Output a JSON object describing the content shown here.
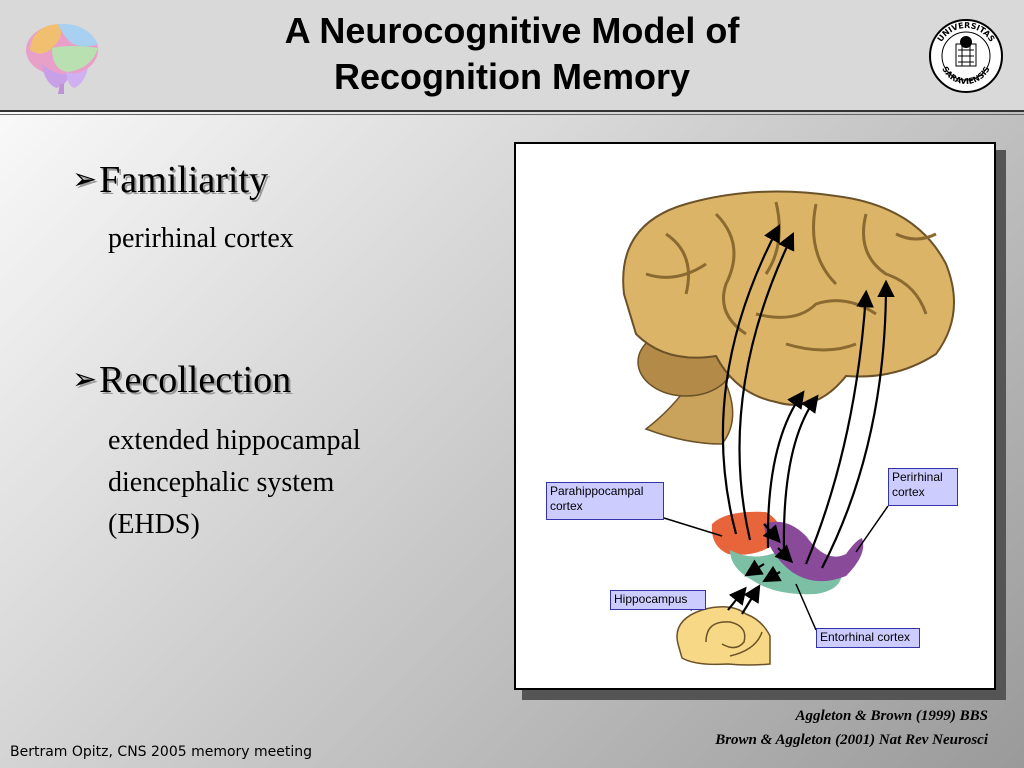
{
  "slide": {
    "title_line1": "A Neurocognitive Model of",
    "title_line2": "Recognition Memory"
  },
  "bullets": [
    {
      "label": "Familiarity",
      "detail": [
        "perirhinal cortex"
      ]
    },
    {
      "label": "Recollection",
      "detail": [
        "extended hippocampal",
        "diencephalic system",
        "(EHDS)"
      ]
    }
  ],
  "figure": {
    "labels": {
      "parahippocampal": [
        "Parahippocampal",
        "cortex"
      ],
      "perirhinal": [
        "Perirhinal",
        "cortex"
      ],
      "hippocampus": "Hippocampus",
      "entorhinal": "Entorhinal cortex"
    }
  },
  "seal": {
    "text_top": "UNIVERSITAS",
    "text_bottom": "SARAVIENSIS"
  },
  "references": [
    "Aggleton & Brown (1999) BBS",
    "Brown & Aggleton (2001) Nat Rev Neurosci"
  ],
  "footer": "Bertram Opitz, CNS 2005 memory meeting",
  "colors": {
    "brain": "#d9b36a",
    "parahippocampal": "#e8643a",
    "perirhinal": "#8a4a9a",
    "entorhinal": "#7bbfa5",
    "hippocampus": "#f7d887",
    "label_bg": "#ccccff"
  },
  "icons": [
    "brain-logo-icon",
    "university-seal-icon",
    "bullet-arrow-icon"
  ]
}
